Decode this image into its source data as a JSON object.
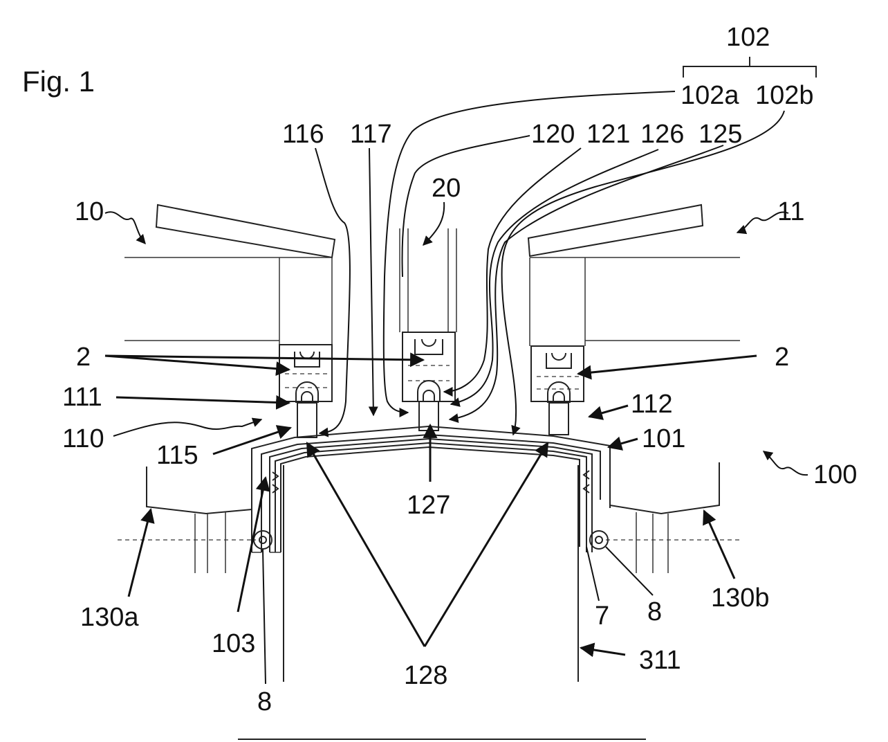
{
  "figure_title": "Fig. 1",
  "labels": {
    "l102": "102",
    "l102a": "102a",
    "l102b": "102b",
    "l116": "116",
    "l117": "117",
    "l120": "120",
    "l121": "121",
    "l126": "126",
    "l125": "125",
    "l20": "20",
    "l10": "10",
    "l11": "11",
    "l2_left": "2",
    "l2_right": "2",
    "l111": "111",
    "l112": "112",
    "l110": "110",
    "l101": "101",
    "l115": "115",
    "l100": "100",
    "l127": "127",
    "l130a": "130a",
    "l130b": "130b",
    "l103": "103",
    "l7": "7",
    "l8_right": "8",
    "l8_bottom": "8",
    "l128": "128",
    "l311": "311"
  }
}
